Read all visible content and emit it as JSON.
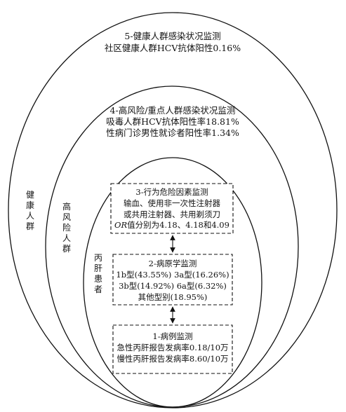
{
  "levels": {
    "healthy": {
      "title": "5-健康人群感染状况监测",
      "lines": [
        "社区健康人群HCV抗体阳性0.16%"
      ],
      "side_label": [
        "健",
        "康",
        "人",
        "群"
      ]
    },
    "high_risk": {
      "title": "4-高风险/重点人群感染状况监测",
      "lines": [
        "吸毒人群HCV抗体阳性率18.81%",
        "性病门诊男性就诊者阳性率1.34%"
      ],
      "side_label": [
        "高",
        "风",
        "险",
        "人",
        "群"
      ]
    },
    "patients": {
      "side_label": [
        "丙",
        "肝",
        "患",
        "者"
      ]
    }
  },
  "boxes": {
    "behavior": {
      "title": "3-行为危险因素监测",
      "line1": "输血、使用非一次性注射器",
      "line2": "或共用注射器、共用剃须刀",
      "line3_italic": "OR",
      "line3_rest": "值分别为4.18、4.18和4.09"
    },
    "etiology": {
      "title": "2-病原学监测",
      "lines": [
        "1b型(43.55%) 3a型(16.26%)",
        "3b型(14.92%) 6a型(6.32%)",
        "其他型别(18.95%)"
      ]
    },
    "cases": {
      "title": "1-病例监测",
      "lines": [
        "急性丙肝报告发病率0.18/10万",
        "慢性丙肝报告发病率8.60/10万"
      ]
    }
  },
  "style": {
    "stroke": "#111111",
    "background": "#ffffff"
  }
}
